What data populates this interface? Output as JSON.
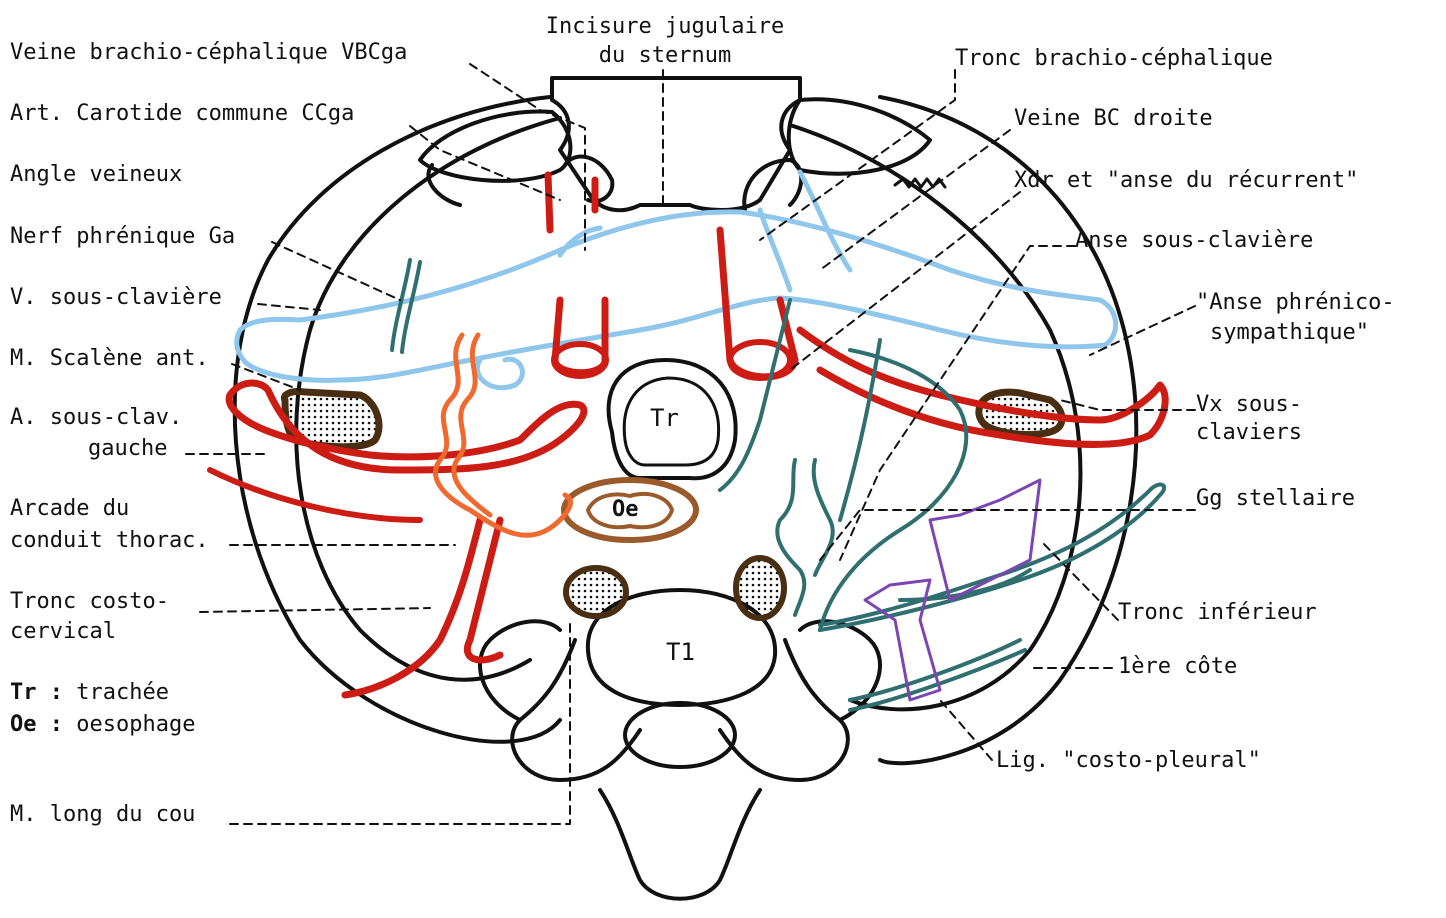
{
  "colors": {
    "ink": "#111111",
    "artery": "#cc1c14",
    "vein": "#8ec6ec",
    "thoracic_duct": "#f06a30",
    "muscle_brown": "#4a2e12",
    "oesophagus": "#9a5a2a",
    "nerve_teal": "#2f6f6f",
    "ligament_purple": "#7b45b3"
  },
  "labels_left": {
    "vbc_ga": "Veine brachio-céphalique VBCga",
    "cc_ga": "Art. Carotide commune CCga",
    "angle_veineux": "Angle veineux",
    "nerf_phrenique": "Nerf phrénique Ga",
    "v_sous_claviere": "V. sous-clavière",
    "scalene_ant": "M. Scalène ant.",
    "a_sous_clav_1": "A. sous-clav.",
    "a_sous_clav_2": "gauche",
    "arcade_1": "Arcade du",
    "arcade_2": "conduit thorac.",
    "tronc_costo_1": "Tronc costo-",
    "tronc_costo_2": "cervical",
    "long_du_cou": "M. long du cou"
  },
  "legend": [
    {
      "abbr": "Tr",
      "sep": " : ",
      "meaning": "trachée"
    },
    {
      "abbr": "Oe",
      "sep": " : ",
      "meaning": "oesophage"
    }
  ],
  "labels_top": {
    "incisure_1": "Incisure jugulaire",
    "incisure_2": "du sternum"
  },
  "labels_right": {
    "tronc_bc": "Tronc brachio-céphalique",
    "veine_bc_droite": "Veine BC droite",
    "xdr": "Xdr et \"anse du récurrent\"",
    "anse_sous_claviere": "Anse sous-clavière",
    "anse_phrenico_1": "\"Anse phrénico-",
    "anse_phrenico_2": "sympathique\"",
    "vx_1": "Vx sous-",
    "vx_2": "claviers",
    "gg_stellaire": "Gg stellaire",
    "tronc_inferieur": "Tronc inférieur",
    "premiere_cote": "1ère côte",
    "lig_costo": "Lig. \"costo-pleural\""
  },
  "structure_tags": {
    "tr": "Tr",
    "oe": "Oe",
    "t1": "T1"
  }
}
